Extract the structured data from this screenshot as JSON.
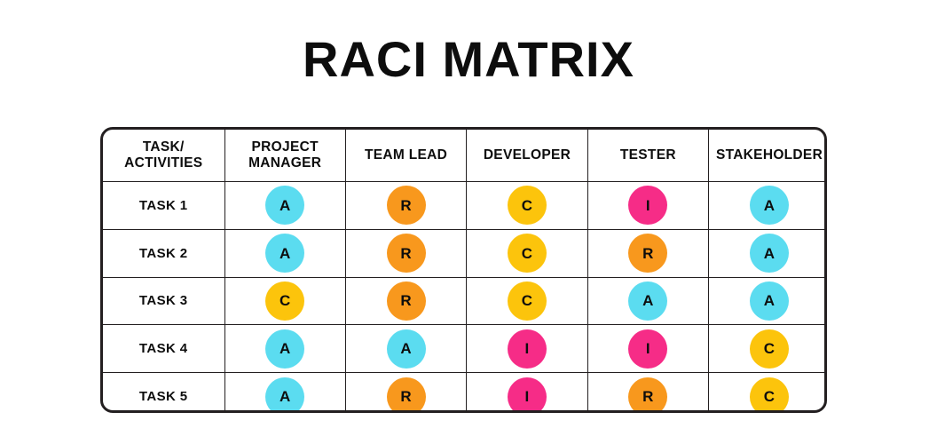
{
  "title": "RACI MATRIX",
  "legend_colors": {
    "A": "#5BDCF0",
    "R": "#F8981D",
    "C": "#FCC40C",
    "I": "#F62C87"
  },
  "chart_data": {
    "type": "table",
    "title": "RACI MATRIX",
    "columns": [
      {
        "line1": "TASK/",
        "line2": "ACTIVITIES"
      },
      {
        "line1": "PROJECT",
        "line2": "MANAGER"
      },
      {
        "line1": "TEAM LEAD",
        "line2": ""
      },
      {
        "line1": "DEVELOPER",
        "line2": ""
      },
      {
        "line1": "TESTER",
        "line2": ""
      },
      {
        "line1": "STAKEHOLDER",
        "line2": ""
      }
    ],
    "rows": [
      {
        "task": "TASK 1",
        "cells": [
          "A",
          "R",
          "C",
          "I",
          "A"
        ]
      },
      {
        "task": "TASK 2",
        "cells": [
          "A",
          "R",
          "C",
          "R",
          "A"
        ]
      },
      {
        "task": "TASK 3",
        "cells": [
          "C",
          "R",
          "C",
          "A",
          "A"
        ]
      },
      {
        "task": "TASK 4",
        "cells": [
          "A",
          "A",
          "I",
          "I",
          "C"
        ]
      },
      {
        "task": "TASK 5",
        "cells": [
          "A",
          "R",
          "I",
          "R",
          "C"
        ]
      }
    ]
  }
}
